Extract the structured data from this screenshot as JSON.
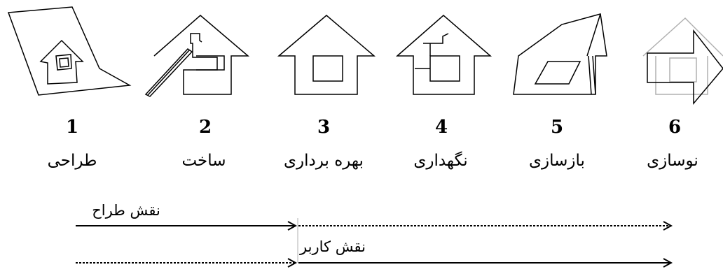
{
  "stages": [
    {
      "number": "1",
      "label": "طراحی",
      "icon": "house-sketch-on-paper-icon"
    },
    {
      "number": "2",
      "label": "ساخت",
      "icon": "house-under-construction-icon"
    },
    {
      "number": "3",
      "label": "بهره برداری",
      "icon": "complete-house-icon"
    },
    {
      "number": "4",
      "label": "نگهداری",
      "icon": "maintained-house-icon"
    },
    {
      "number": "5",
      "label": "بازسازی",
      "icon": "damaged-house-with-support-icon"
    },
    {
      "number": "6",
      "label": "نوسازی",
      "icon": "renewed-house-icon"
    }
  ],
  "roles": {
    "designer": {
      "label": "نقش طراح"
    },
    "user": {
      "label": "نقش کاربر"
    }
  },
  "colors": {
    "ink": "#000000",
    "faded": "#b0b0b0"
  }
}
